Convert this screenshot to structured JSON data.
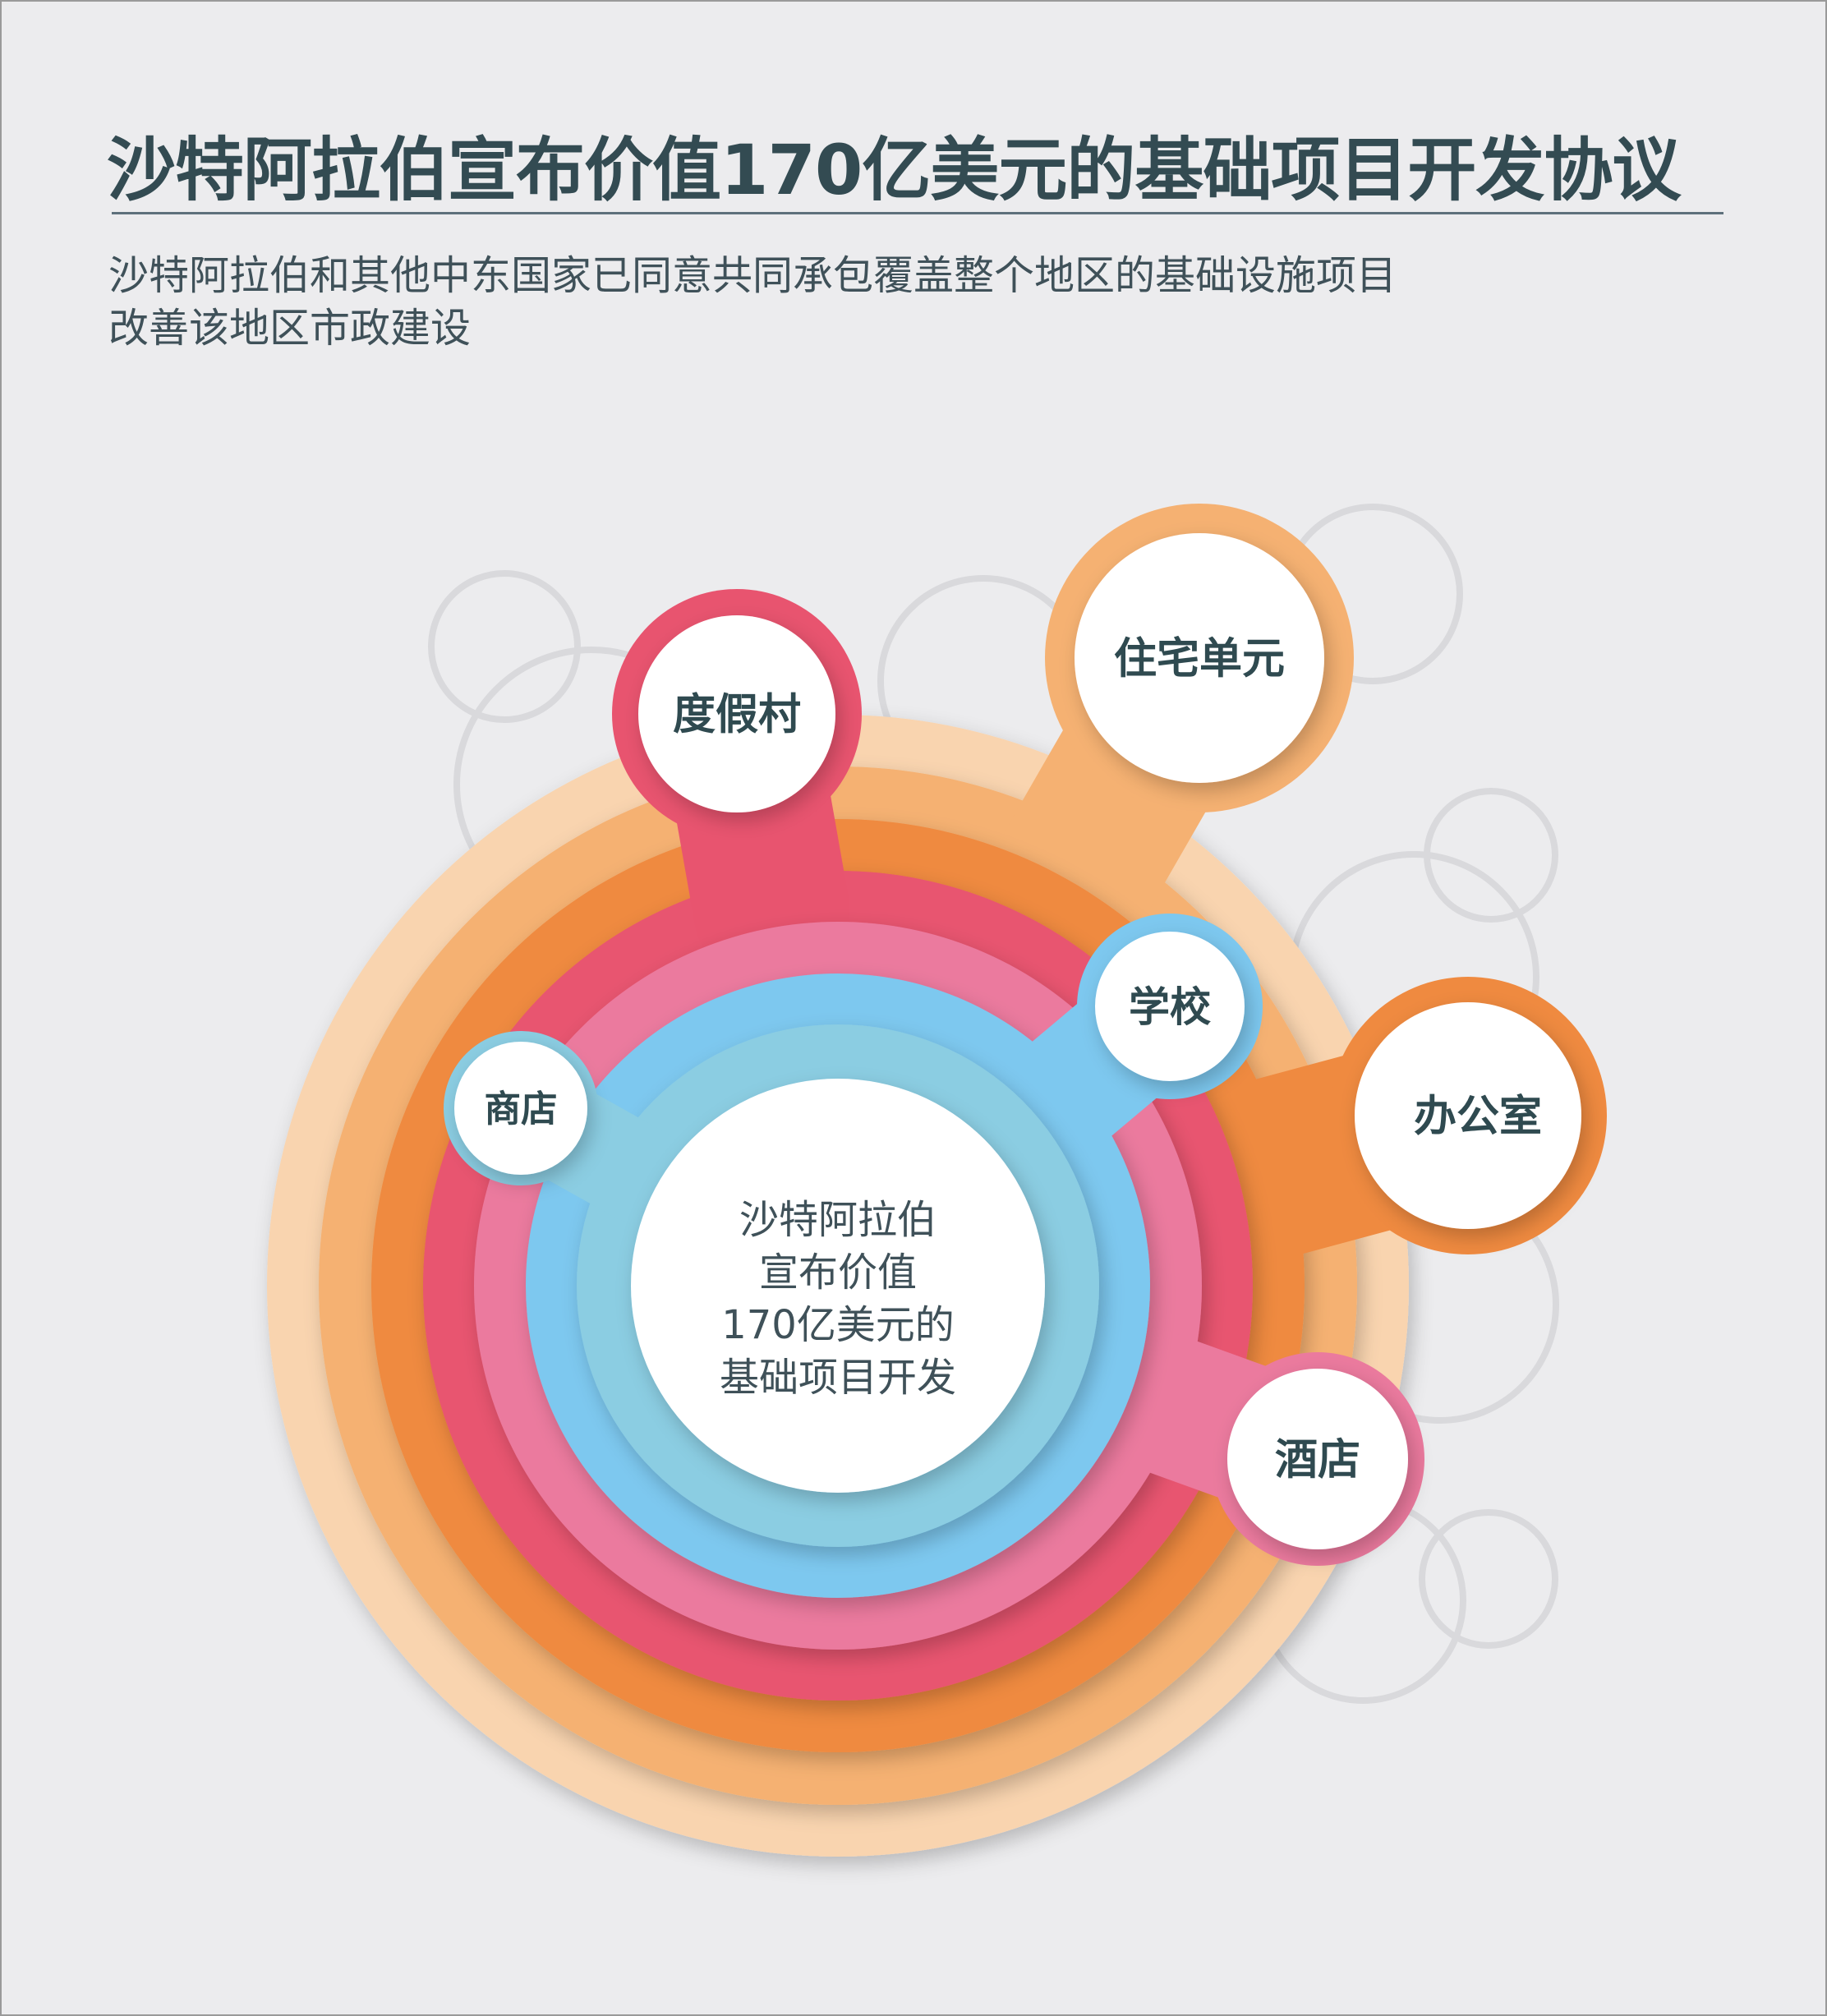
{
  "title": "沙特阿拉伯宣布价值170亿美元的基础项目开发协议",
  "subtitle": {
    "line1": "沙特阿拉伯和其他中东国家已同意共同承包覆盖整个地区的基础设施项目",
    "line2": "改善该地区市政建设"
  },
  "center": {
    "lines": [
      "沙特阿拉伯",
      "宣布价值",
      "170亿美元的",
      "基础项目开发"
    ]
  },
  "items": [
    {
      "label": "住宅单元",
      "color": "#F5B172"
    },
    {
      "label": "办公室",
      "color": "#EF8A40"
    },
    {
      "label": "度假村",
      "color": "#E8546F"
    },
    {
      "label": "酒店",
      "color": "#EB7A9E"
    },
    {
      "label": "学校",
      "color": "#7DC8EF"
    },
    {
      "label": "商店",
      "color": "#8BCDE2"
    }
  ],
  "colors": {
    "outer_ring": "#F9D4AF",
    "background": "#ECECEE",
    "title": "#334B52"
  }
}
